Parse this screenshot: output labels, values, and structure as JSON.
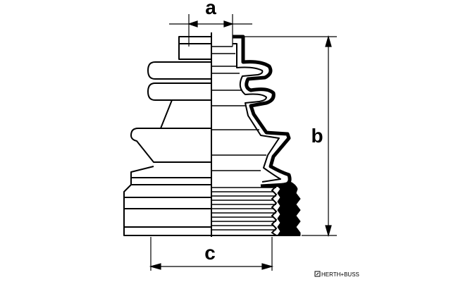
{
  "figure": {
    "labels": {
      "a": "a",
      "b": "b",
      "c": "c"
    },
    "watermark": "HERTH+BUSS",
    "colors": {
      "line": "#000000",
      "background": "#ffffff"
    }
  }
}
